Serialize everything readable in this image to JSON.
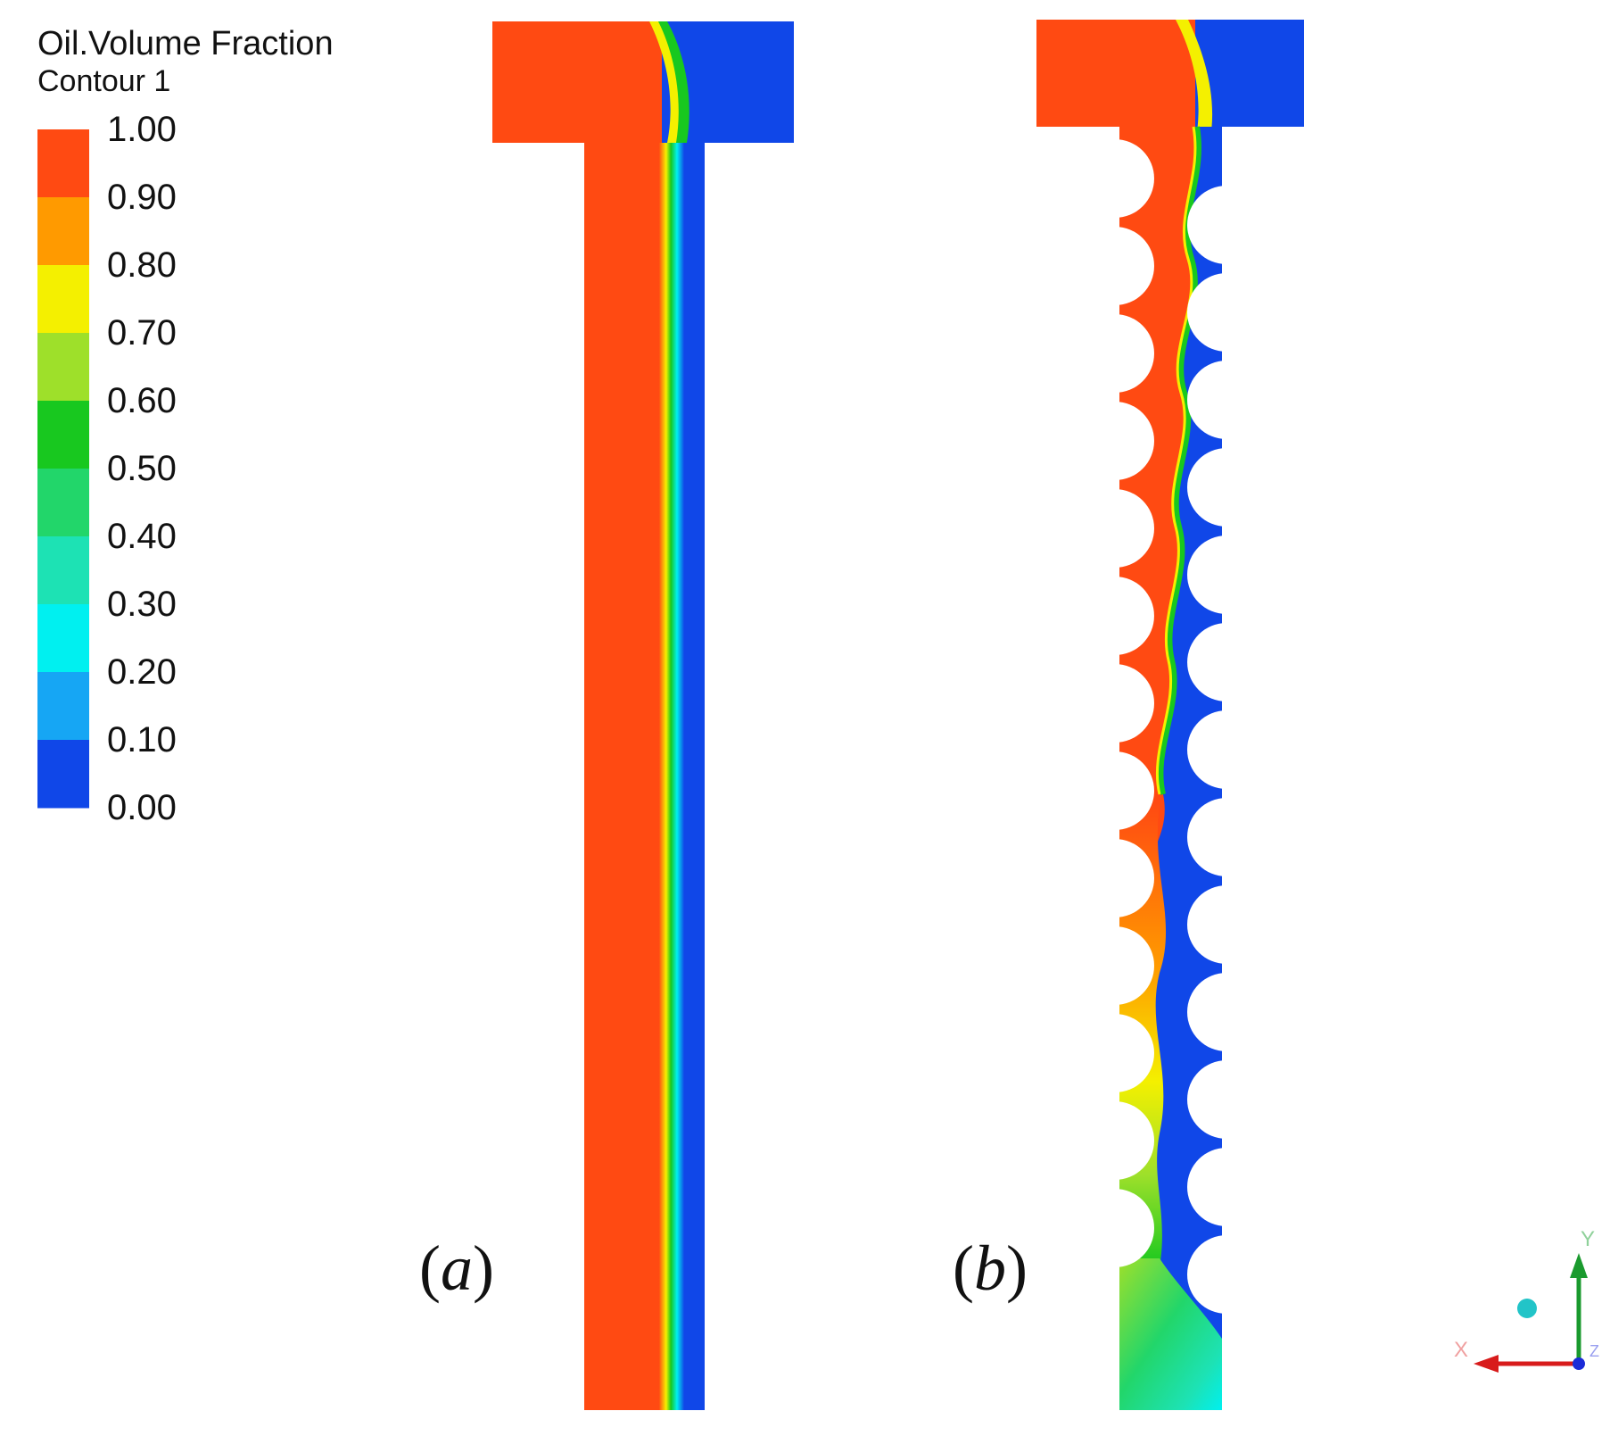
{
  "legend": {
    "variable": "Oil.Volume Fraction",
    "contour": "Contour 1",
    "ticks": [
      "1.00",
      "0.90",
      "0.80",
      "0.70",
      "0.60",
      "0.50",
      "0.40",
      "0.30",
      "0.20",
      "0.10",
      "0.00"
    ],
    "band_colors": [
      "#ff4a12",
      "#ff9a00",
      "#f4f000",
      "#9ee02a",
      "#18c81f",
      "#22d66a",
      "#1de2b4",
      "#00f0f0",
      "#16a6f4",
      "#1047e8"
    ]
  },
  "panels": [
    {
      "label_open": "(",
      "label_letter": "a",
      "label_close": ")",
      "geometry": "smooth straight channel"
    },
    {
      "label_open": "(",
      "label_letter": "b",
      "label_close": ")",
      "geometry": "channel with semicircular obstacles"
    }
  ],
  "colors": {
    "oil": "#ff4a12",
    "water": "#1047e8",
    "interface_yellow": "#f4f000",
    "interface_green": "#18c81f",
    "interface_cyan": "#00f0f0",
    "axis_y": "#1a9a2e",
    "axis_x": "#d81b1b",
    "axis_z": "#1b2bd8",
    "triad_ball": "#22c4c8"
  },
  "triad": {
    "x_label": "X",
    "y_label": "Y",
    "z_label": "Z"
  }
}
